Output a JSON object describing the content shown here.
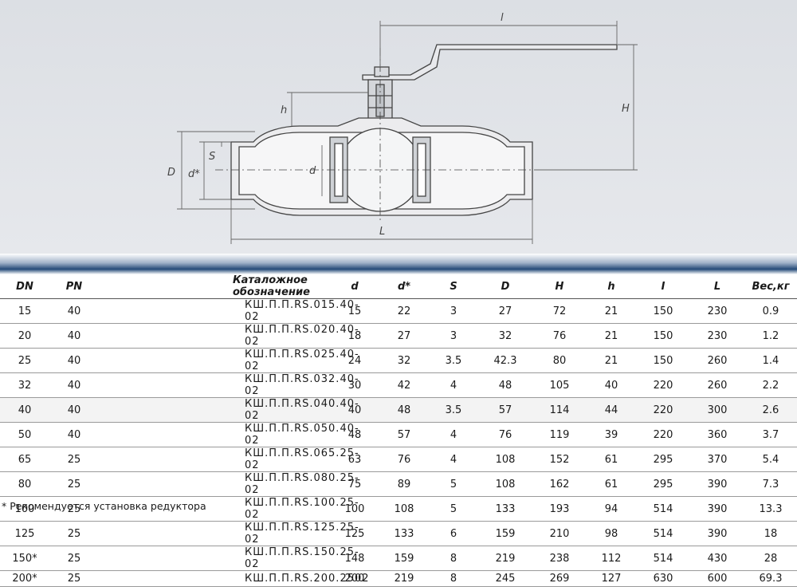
{
  "drawing": {
    "dim_labels": {
      "handle_length": "l",
      "H": "H",
      "h": "h",
      "D": "D",
      "d_star": "d*",
      "S": "S",
      "d": "d",
      "L": "L"
    }
  },
  "table": {
    "headers": [
      "DN",
      "PN",
      "Каталожное обозначение",
      "d",
      "d*",
      "S",
      "D",
      "H",
      "h",
      "I",
      "L",
      "Вес,кг"
    ],
    "rows": [
      [
        "15",
        "40",
        "КШ.П.П.RS.015.40-02",
        "15",
        "22",
        "3",
        "27",
        "72",
        "21",
        "150",
        "230",
        "0.9"
      ],
      [
        "20",
        "40",
        "КШ.П.П.RS.020.40-02",
        "18",
        "27",
        "3",
        "32",
        "76",
        "21",
        "150",
        "230",
        "1.2"
      ],
      [
        "25",
        "40",
        "КШ.П.П.RS.025.40-02",
        "24",
        "32",
        "3.5",
        "42.3",
        "80",
        "21",
        "150",
        "260",
        "1.4"
      ],
      [
        "32",
        "40",
        "КШ.П.П.RS.032.40-02",
        "30",
        "42",
        "4",
        "48",
        "105",
        "40",
        "220",
        "260",
        "2.2"
      ],
      [
        "40",
        "40",
        "КШ.П.П.RS.040.40-02",
        "40",
        "48",
        "3.5",
        "57",
        "114",
        "44",
        "220",
        "300",
        "2.6"
      ],
      [
        "50",
        "40",
        "КШ.П.П.RS.050.40-02",
        "48",
        "57",
        "4",
        "76",
        "119",
        "39",
        "220",
        "360",
        "3.7"
      ],
      [
        "65",
        "25",
        "КШ.П.П.RS.065.25-02",
        "63",
        "76",
        "4",
        "108",
        "152",
        "61",
        "295",
        "370",
        "5.4"
      ],
      [
        "80",
        "25",
        "КШ.П.П.RS.080.25-02",
        "75",
        "89",
        "5",
        "108",
        "162",
        "61",
        "295",
        "390",
        "7.3"
      ],
      [
        "100",
        "25",
        "КШ.П.П.RS.100.25-02",
        "100",
        "108",
        "5",
        "133",
        "193",
        "94",
        "514",
        "390",
        "13.3"
      ],
      [
        "125",
        "25",
        "КШ.П.П.RS.125.25-02",
        "125",
        "133",
        "6",
        "159",
        "210",
        "98",
        "514",
        "390",
        "18"
      ],
      [
        "150*",
        "25",
        "КШ.П.П.RS.150.25-02",
        "148",
        "159",
        "8",
        "219",
        "238",
        "112",
        "514",
        "430",
        "28"
      ],
      [
        "200*",
        "25",
        "КШ.П.П.RS.200.2502",
        "200",
        "219",
        "8",
        "245",
        "269",
        "127",
        "630",
        "600",
        "69.3"
      ]
    ]
  },
  "footnote": "* Рекомендуется установка редуктора"
}
